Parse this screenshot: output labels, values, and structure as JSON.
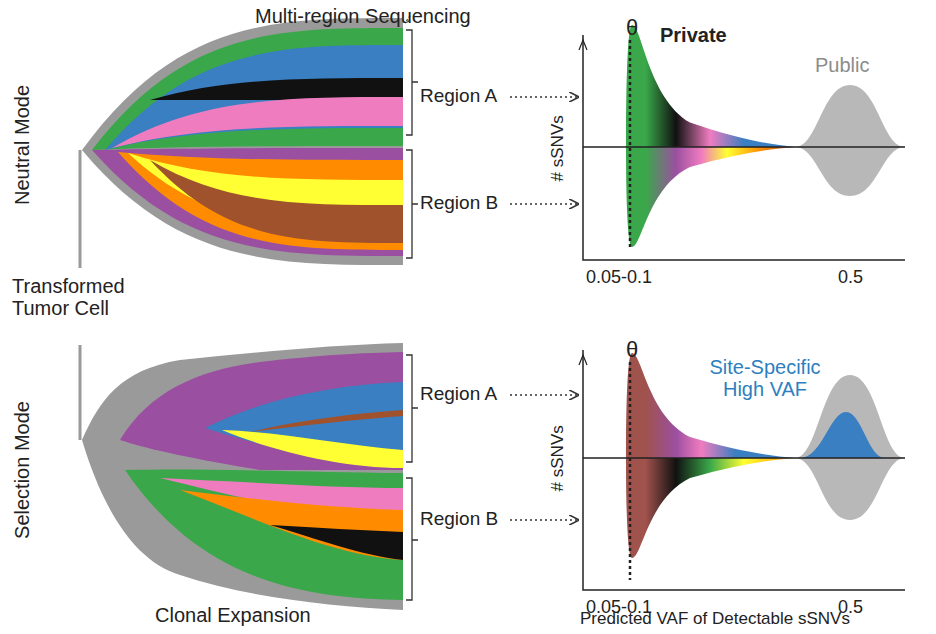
{
  "diagram": {
    "labels": [
      "Multi-region Sequencing",
      "Region A",
      "Region B",
      "θ",
      "Private",
      "Public",
      "# sSNVs",
      "0.05-0.1",
      "0.5",
      "Neutral Mode",
      "Transformed Tumor Cell",
      "Region A",
      "Region B",
      "θ",
      "Site-Specific High VAF",
      "# sSNVs",
      "0.05-0.1",
      "0.5",
      "Selection Mode",
      "Clonal Expansion",
      "Predicted VAF of Detectable sSNVs"
    ]
  }
}
